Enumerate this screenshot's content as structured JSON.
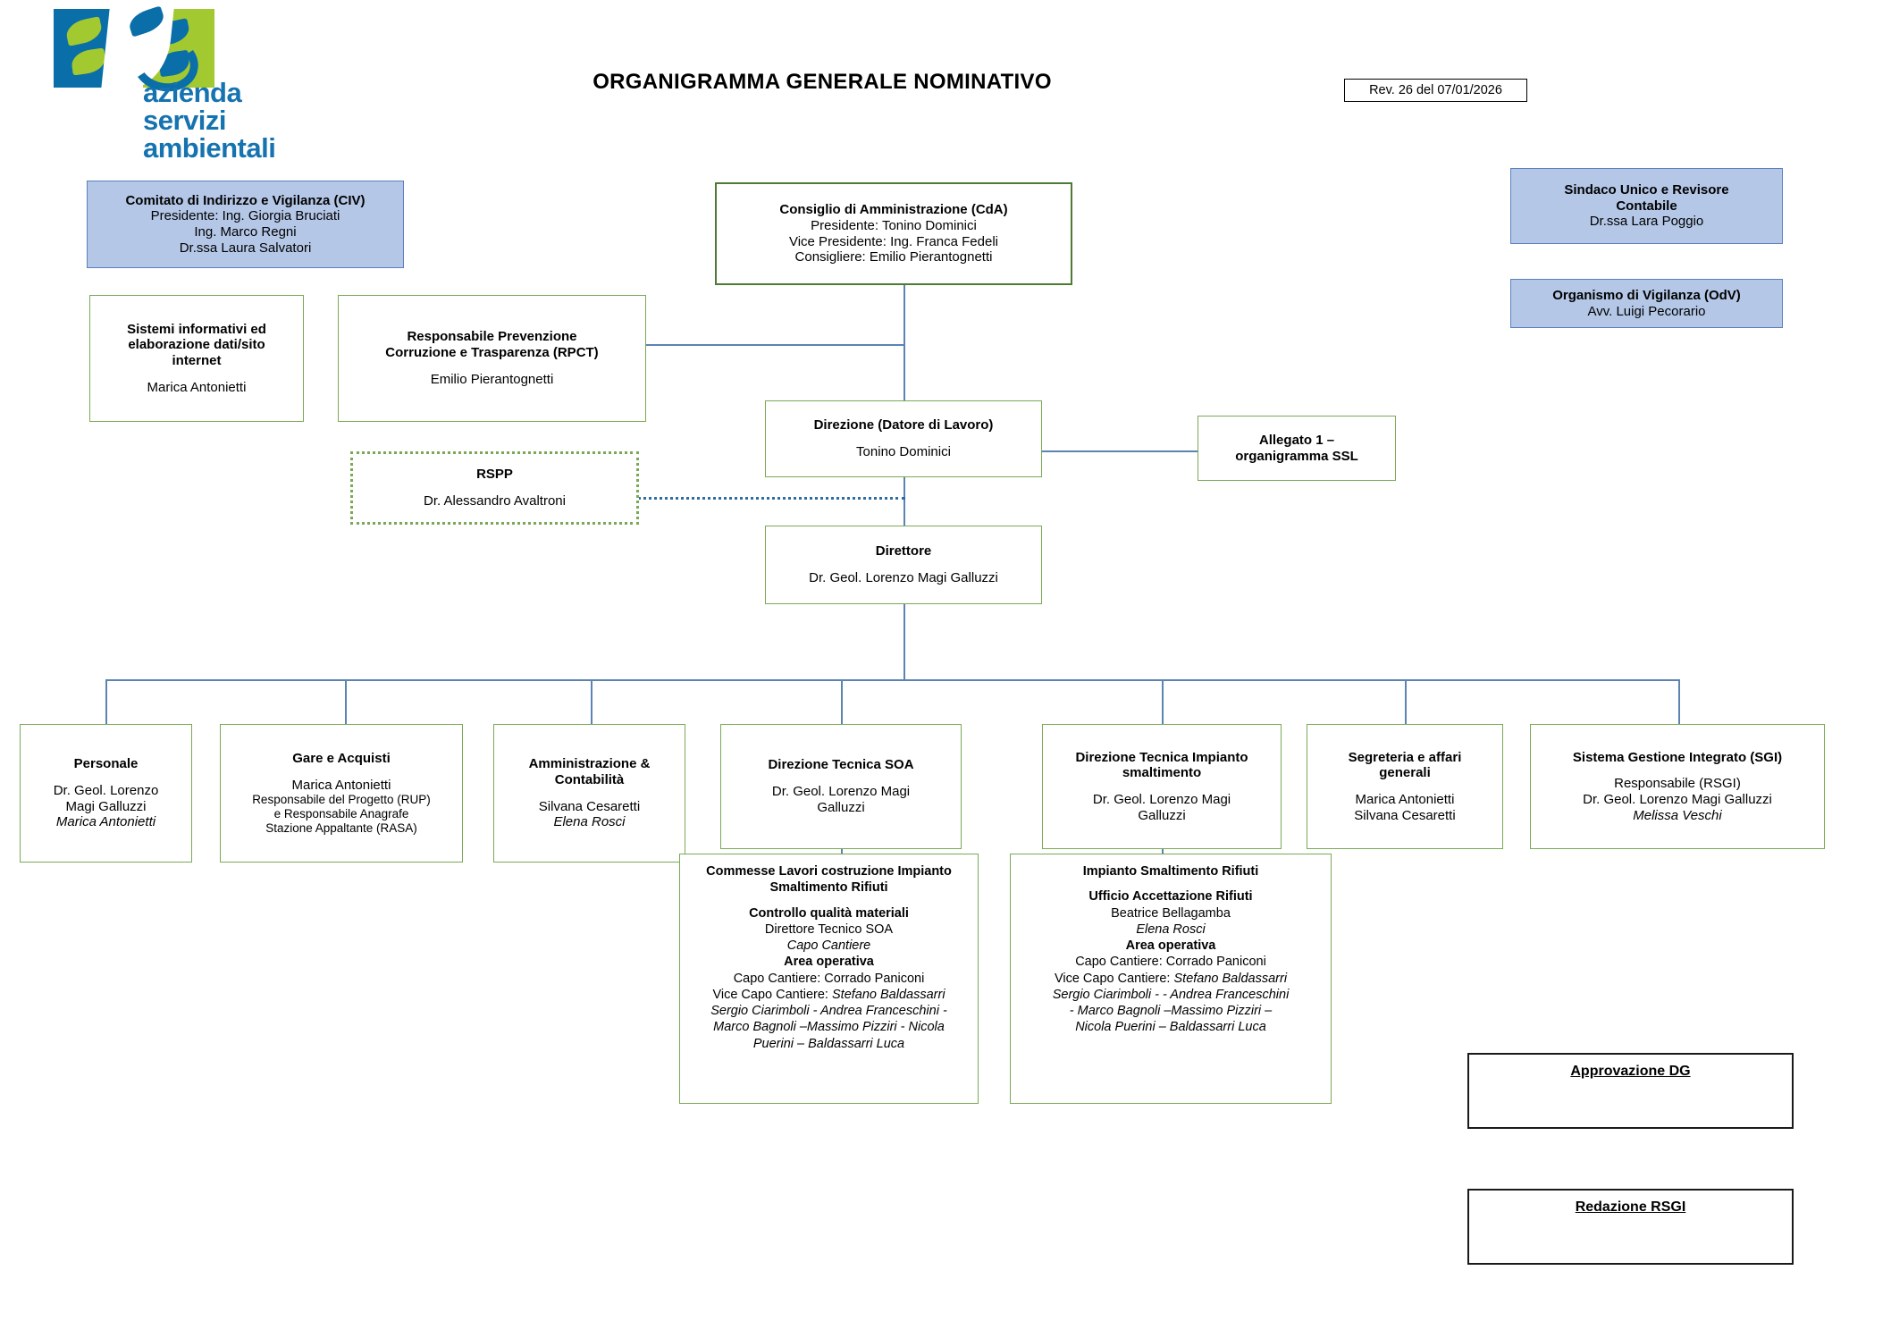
{
  "document": {
    "title": "ORGANIGRAMMA GENERALE NOMINATIVO",
    "revision": "Rev. 26 del 07/01/2026",
    "logo": {
      "line1": "azienda",
      "line2": "servizi",
      "line3": "ambientali",
      "blue": "#0a6ea8",
      "green": "#a3c930"
    }
  },
  "palette": {
    "node_border_green": "#7aa956",
    "node_border_dark_green": "#4e7a34",
    "blue_fill": "#b4c7e7",
    "blue_border": "#5b7fbf",
    "connector": "#5b84b1",
    "dotted_connector": "#2e6da4"
  },
  "nodes": {
    "civ": {
      "title": "Comitato di Indirizzo e Vigilanza (CIV)",
      "line1": "Presidente: Ing.  Giorgia Bruciati",
      "line2": "Ing. Marco Regni",
      "line3": "Dr.ssa Laura Salvatori"
    },
    "cda": {
      "title": "Consiglio di Amministrazione (CdA)",
      "line1": "Presidente: Tonino Dominici",
      "line2": "Vice Presidente: Ing. Franca Fedeli",
      "line3": "Consigliere: Emilio Pierantognetti"
    },
    "sindaco": {
      "title_line1": "Sindaco Unico e Revisore",
      "title_line2": "Contabile",
      "name": "Dr.ssa Lara Poggio"
    },
    "odv": {
      "title": "Organismo di Vigilanza (OdV)",
      "name": "Avv. Luigi Pecorario"
    },
    "sistemi": {
      "title_line1": "Sistemi informativi ed",
      "title_line2": "elaborazione dati/sito",
      "title_line3": "internet",
      "name": "Marica Antonietti"
    },
    "rpct": {
      "title_line1": "Responsabile Prevenzione",
      "title_line2": "Corruzione e Trasparenza (RPCT)",
      "name": "Emilio Pierantognetti"
    },
    "rspp": {
      "title": "RSPP",
      "name": "Dr. Alessandro Avaltroni"
    },
    "direzione": {
      "title": "Direzione (Datore di Lavoro)",
      "name": "Tonino Dominici"
    },
    "allegato": {
      "title_line1": "Allegato 1 –",
      "title_line2": "organigramma SSL"
    },
    "direttore": {
      "title": "Direttore",
      "name": "Dr. Geol. Lorenzo Magi Galluzzi"
    }
  },
  "departments": [
    {
      "id": "personale",
      "title": "Personale",
      "lines": [
        {
          "text": "Dr. Geol. Lorenzo",
          "style": "normal"
        },
        {
          "text": "Magi Galluzzi",
          "style": "normal"
        },
        {
          "text": "Marica Antonietti",
          "style": "italic"
        }
      ]
    },
    {
      "id": "gare-e-acquisti",
      "title": "Gare e Acquisti",
      "lines": [
        {
          "text": "Marica Antonietti",
          "style": "normal"
        },
        {
          "text": "Responsabile del Progetto (RUP)",
          "style": "small"
        },
        {
          "text": "e Responsabile Anagrafe",
          "style": "small"
        },
        {
          "text": "Stazione Appaltante (RASA)",
          "style": "small"
        }
      ]
    },
    {
      "id": "amministrazione-contabilita",
      "title": "Amministrazione &\nContabilità",
      "lines": [
        {
          "text": "Silvana Cesaretti",
          "style": "normal"
        },
        {
          "text": "Elena Rosci",
          "style": "italic"
        }
      ]
    },
    {
      "id": "direzione-tecnica-soa",
      "title": "Direzione Tecnica SOA",
      "lines": [
        {
          "text": "Dr. Geol. Lorenzo Magi",
          "style": "normal"
        },
        {
          "text": "Galluzzi",
          "style": "normal"
        }
      ]
    },
    {
      "id": "direzione-tecnica-impianto-smaltimento",
      "title": "Direzione Tecnica Impianto\nsmaltimento",
      "lines": [
        {
          "text": "Dr. Geol. Lorenzo Magi",
          "style": "normal"
        },
        {
          "text": "Galluzzi",
          "style": "normal"
        }
      ]
    },
    {
      "id": "segreteria-affari-generali",
      "title": "Segreteria e affari\ngenerali",
      "lines": [
        {
          "text": "Marica Antonietti",
          "style": "normal"
        },
        {
          "text": "Silvana Cesaretti",
          "style": "normal"
        }
      ]
    },
    {
      "id": "sistema-gestione-integrato",
      "title": "Sistema Gestione Integrato (SGI)",
      "lines": [
        {
          "text": "Responsabile (RSGI)",
          "style": "normal"
        },
        {
          "text": "Dr. Geol. Lorenzo Magi Galluzzi",
          "style": "normal"
        },
        {
          "text": "Melissa Veschi",
          "style": "italic"
        }
      ]
    }
  ],
  "detail_boxes": [
    {
      "id": "commesse-lavori",
      "lines": [
        {
          "text": "Commesse Lavori costruzione Impianto",
          "style": "bold"
        },
        {
          "text": "Smaltimento Rifiuti",
          "style": "bold"
        },
        {
          "text": "",
          "style": "gap"
        },
        {
          "text": "Controllo qualità materiali",
          "style": "bold"
        },
        {
          "text": "Direttore Tecnico SOA",
          "style": "normal"
        },
        {
          "text": "Capo Cantiere",
          "style": "italic"
        },
        {
          "text": "Area operativa",
          "style": "bold"
        },
        {
          "text": "Capo Cantiere: Corrado Paniconi",
          "style": "normal"
        },
        {
          "text": "Vice Capo Cantiere: Stefano Baldassarri",
          "style": "mixed-vice"
        },
        {
          "text": "Sergio Ciarimboli - Andrea Franceschini -",
          "style": "italic"
        },
        {
          "text": "Marco Bagnoli –Massimo Pizziri - Nicola",
          "style": "italic"
        },
        {
          "text": "Puerini – Baldassarri Luca",
          "style": "italic"
        }
      ]
    },
    {
      "id": "impianto-smaltimento",
      "lines": [
        {
          "text": "Impianto Smaltimento Rifiuti",
          "style": "bold"
        },
        {
          "text": "",
          "style": "gap"
        },
        {
          "text": "Ufficio Accettazione Rifiuti",
          "style": "bold"
        },
        {
          "text": "Beatrice Bellagamba",
          "style": "normal"
        },
        {
          "text": "Elena Rosci",
          "style": "italic"
        },
        {
          "text": "Area operativa",
          "style": "bold"
        },
        {
          "text": "Capo Cantiere: Corrado Paniconi",
          "style": "normal"
        },
        {
          "text": "Vice Capo Cantiere: Stefano Baldassarri",
          "style": "mixed-vice"
        },
        {
          "text": "Sergio Ciarimboli - - Andrea Franceschini",
          "style": "italic"
        },
        {
          "text": "- Marco Bagnoli –Massimo Pizziri –",
          "style": "italic"
        },
        {
          "text": "Nicola Puerini – Baldassarri Luca",
          "style": "italic"
        }
      ]
    }
  ],
  "signatures": [
    {
      "id": "approvazione-dg",
      "label": "Approvazione DG"
    },
    {
      "id": "redazione-rsgi",
      "label": "Redazione RSGI"
    }
  ]
}
